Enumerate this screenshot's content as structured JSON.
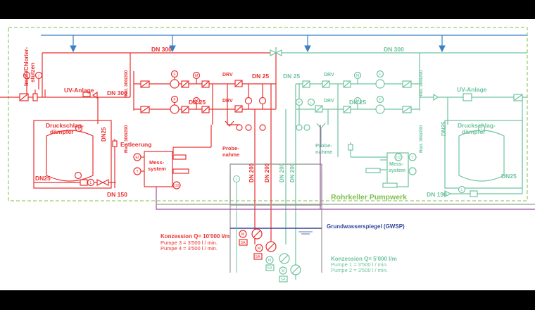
{
  "colors": {
    "red_system": "#e8302f",
    "green_system": "#6fc3a0",
    "building_outline": "#7cc04a",
    "supply_line": "#3a7fc3",
    "groundwater_line": "#33469a",
    "purple_line": "#9b4ea0",
    "grey_line": "#9a9a9a",
    "background_frame": "#000000"
  },
  "labels": {
    "dn300_left": "DN 300",
    "dn300_right": "DN 300",
    "dn300_red_mid": "DN 300",
    "chlor_line1": "Impf-/Chlorier-",
    "chlor_line2": "stutzen",
    "uv_left": "UV-Anlage",
    "uv_right": "UV-Anlage",
    "dn25_red_vert": "DN25",
    "druck_left_1": "Druckschlag-",
    "druck_left_2": "dämpfer",
    "druck_right_1": "Druckschlag-",
    "druck_right_2": "dämpfer",
    "dn25_left_bottom": "DN25",
    "dn25_right_bottom": "DN25",
    "dn25_green_vert": "DN25",
    "dn150_left": "DN 150",
    "dn150_right": "DN 150",
    "entleerung": "Entleerung",
    "red_300_200_left": "Red. 300/200",
    "red_300_200_right": "Red. 300/200",
    "red_300_200_green_left": "Red. 300/200",
    "red_300_200_green_right": "Red. 300/200",
    "drv": "DRV",
    "dn25_red_top": "DN 25",
    "dn25_red_mid": "DN 25",
    "dn25_green_top": "DN 25",
    "dn25_green_mid": "DN 25",
    "messsystem_1": "Mess-",
    "messsystem_2": "system",
    "probenahme_1": "Probe-",
    "probenahme_2": "nahme",
    "dn200": "DN 200",
    "rohrkeller": "Rohrkeller Pumpwerk",
    "gwsp": "Grundwasserspiegel (GWSP)",
    "konz_red_1": "Konzession Q= 10'000 l/m",
    "konz_red_2": "Pumpe 3 = 3'500 l / min.",
    "konz_red_3": "Pumpe 4 = 3'500 l / min.",
    "konz_green_1": "Konzession Q= 5'000 l/m",
    "konz_green_2": "Pumpe 1 = 3'500 l / min.",
    "konz_green_3": "Pumpe 2 = 3'500 l / min.",
    "sym_m": "M",
    "sym_f": "F",
    "sym_p": "P",
    "sym_l": "L",
    "sym_t": "T",
    "sym_ei": "EI",
    "sym_o2": "O2",
    "sym_sa": "SA",
    "sym_j": "/"
  }
}
